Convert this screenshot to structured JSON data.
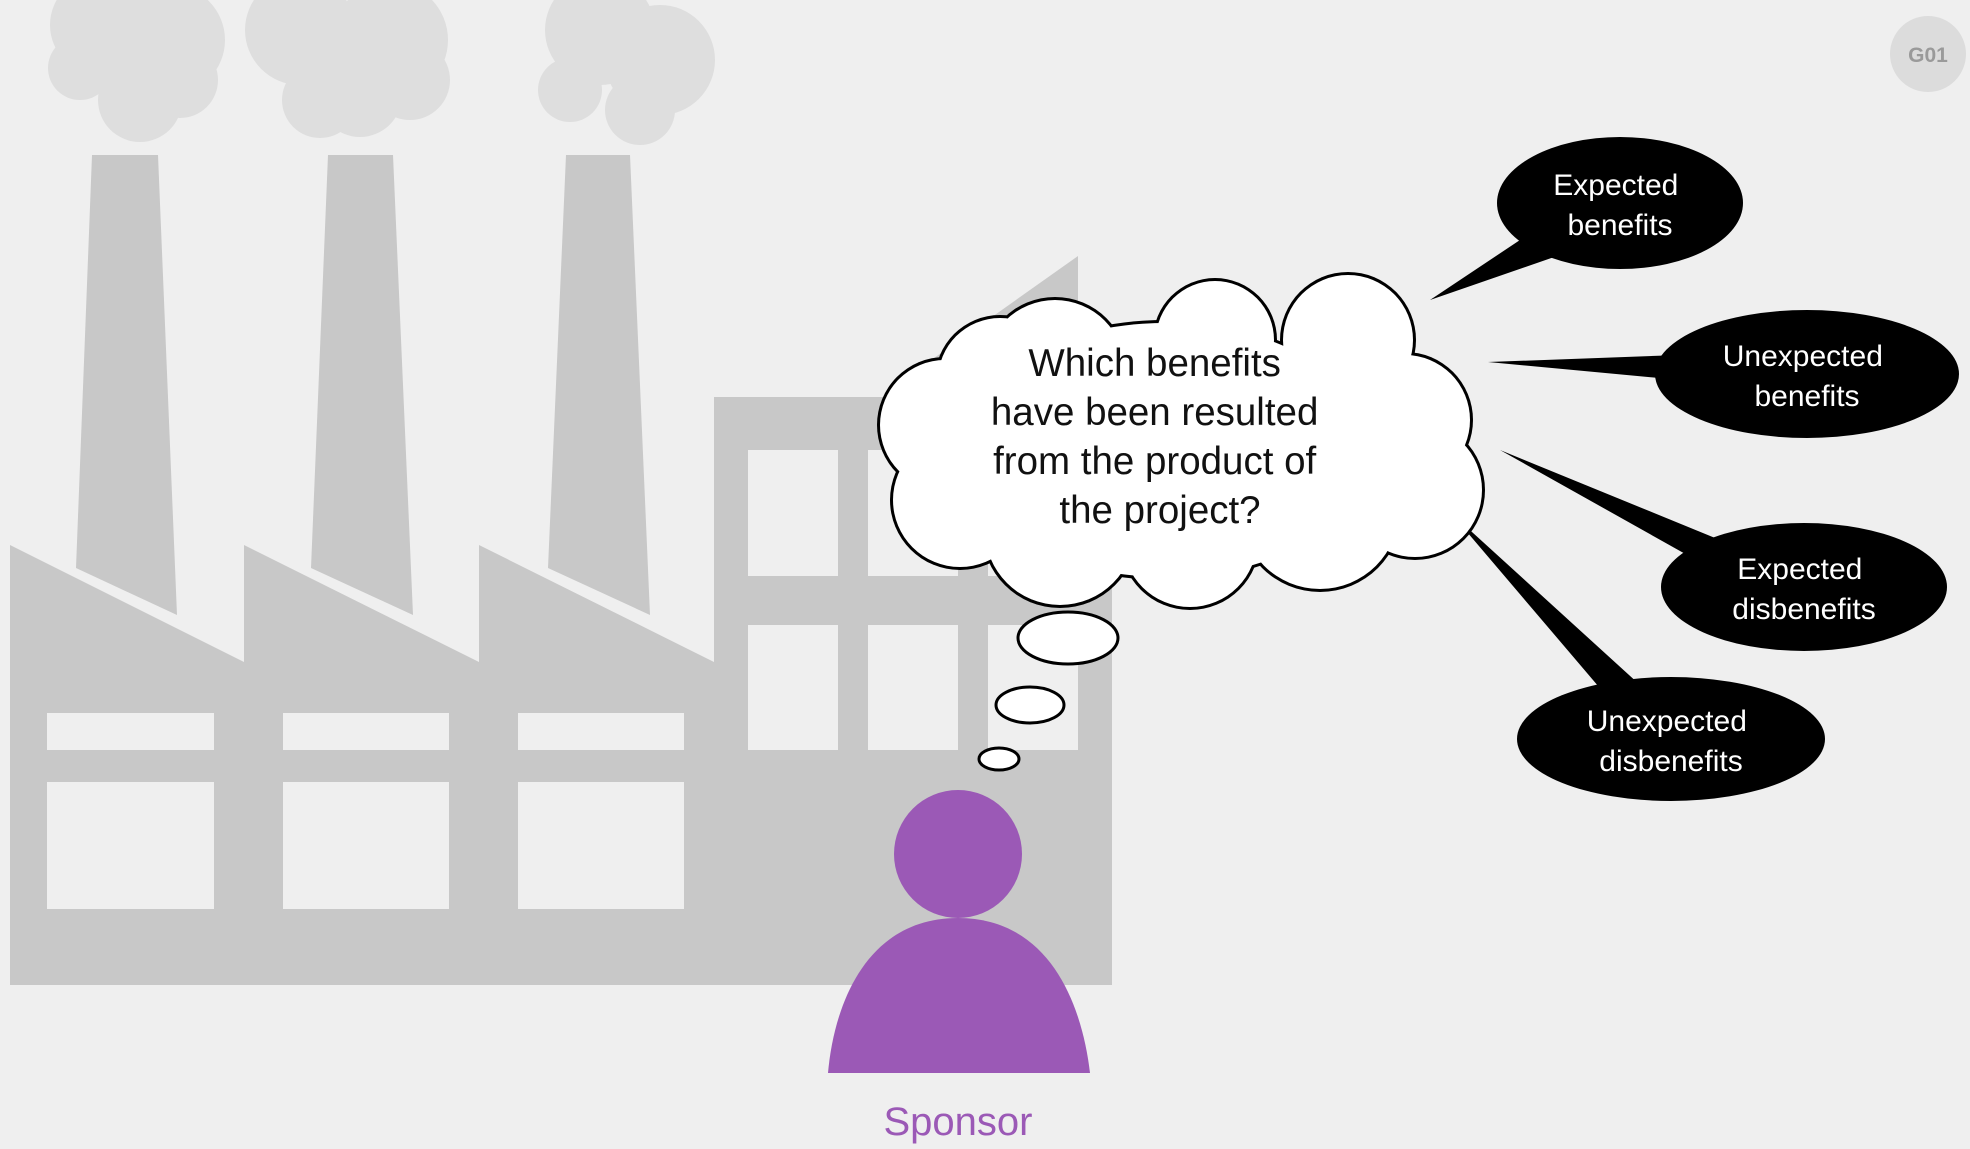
{
  "badge": {
    "label": "G01"
  },
  "thought": {
    "lines": [
      "Which benefits",
      "have been resulted",
      "from the product of",
      "the project?"
    ]
  },
  "bubbles": [
    {
      "lines": [
        "Expected",
        "benefits"
      ]
    },
    {
      "lines": [
        "Unexpected",
        "benefits"
      ]
    },
    {
      "lines": [
        "Expected",
        "disbenefits"
      ]
    },
    {
      "lines": [
        "Unexpected",
        "disbenefits"
      ]
    }
  ],
  "person": {
    "label": "Sponsor",
    "color": "#9b59b6"
  },
  "colors": {
    "background": "#efefef",
    "factory": "#c8c8c8",
    "smoke": "#dedede",
    "window": "#efefef",
    "bubble": "#000000",
    "badge": "#dcdcdc"
  }
}
